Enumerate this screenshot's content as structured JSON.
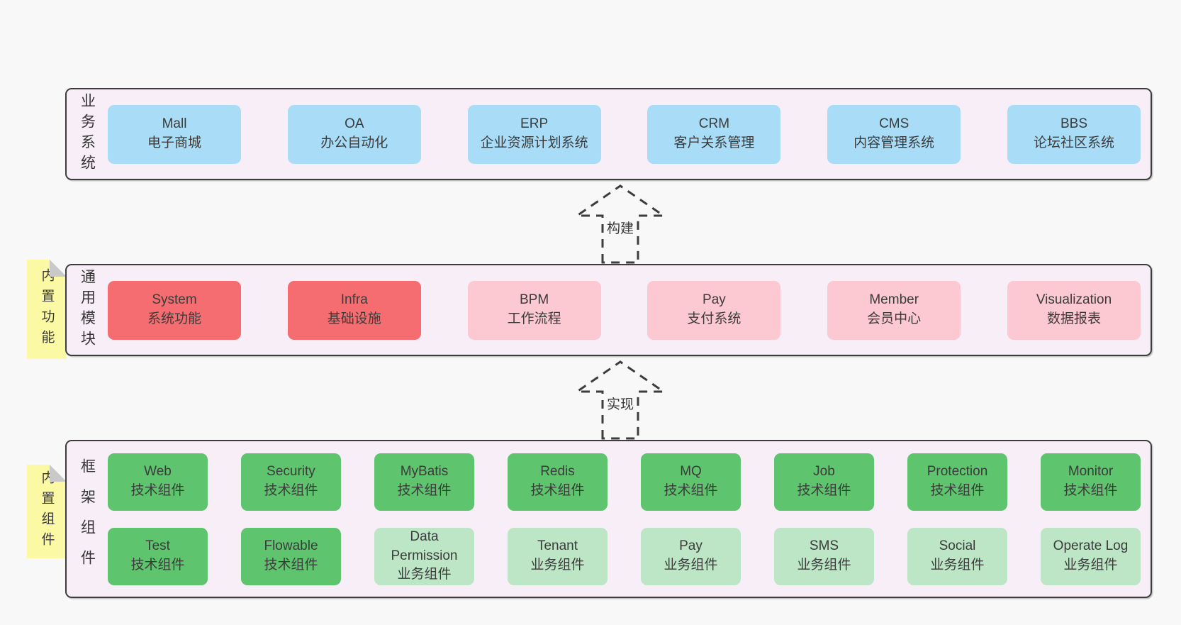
{
  "colors": {
    "page": "#f8f8f8",
    "panel": "#f8eef7",
    "line": "#3d3d3d",
    "text": "#3b3b3b",
    "blue": "#a9dcf6",
    "red": "#f56d70",
    "pink": "#fcc8d1",
    "green-dark": "#5ec46d",
    "green-light": "#bce6c6",
    "note": "#fbf9a3",
    "fold": "#c9c9c9"
  },
  "sections": {
    "business": {
      "label": "业务系统",
      "items": [
        {
          "en": "Mall",
          "zh": "电子商城"
        },
        {
          "en": "OA",
          "zh": "办公自动化"
        },
        {
          "en": "ERP",
          "zh": "企业资源计划系统"
        },
        {
          "en": "CRM",
          "zh": "客户关系管理"
        },
        {
          "en": "CMS",
          "zh": "内容管理系统"
        },
        {
          "en": "BBS",
          "zh": "论坛社区系统"
        }
      ]
    },
    "arrow_build": {
      "label": "构建"
    },
    "modules": {
      "note": "内置功能",
      "label": "通用模块",
      "items": [
        {
          "en": "System",
          "zh": "系统功能"
        },
        {
          "en": "Infra",
          "zh": "基础设施"
        },
        {
          "en": "BPM",
          "zh": "工作流程"
        },
        {
          "en": "Pay",
          "zh": "支付系统"
        },
        {
          "en": "Member",
          "zh": "会员中心"
        },
        {
          "en": "Visualization",
          "zh": "数据报表"
        }
      ]
    },
    "arrow_implement": {
      "label": "实现"
    },
    "components": {
      "note": "内置组件",
      "label": "框架组件",
      "row1": [
        {
          "en": "Web",
          "zh": "技术组件"
        },
        {
          "en": "Security",
          "zh": "技术组件"
        },
        {
          "en": "MyBatis",
          "zh": "技术组件"
        },
        {
          "en": "Redis",
          "zh": "技术组件"
        },
        {
          "en": "MQ",
          "zh": "技术组件"
        },
        {
          "en": "Job",
          "zh": "技术组件"
        },
        {
          "en": "Protection",
          "zh": "技术组件"
        },
        {
          "en": "Monitor",
          "zh": "技术组件"
        }
      ],
      "row2": [
        {
          "en": "Test",
          "zh": "技术组件"
        },
        {
          "en": "Flowable",
          "zh": "技术组件"
        },
        {
          "en": "Data Permission",
          "zh": "业务组件"
        },
        {
          "en": "Tenant",
          "zh": "业务组件"
        },
        {
          "en": "Pay",
          "zh": "业务组件"
        },
        {
          "en": "SMS",
          "zh": "业务组件"
        },
        {
          "en": "Social",
          "zh": "业务组件"
        },
        {
          "en": "Operate Log",
          "zh": "业务组件"
        }
      ]
    }
  }
}
